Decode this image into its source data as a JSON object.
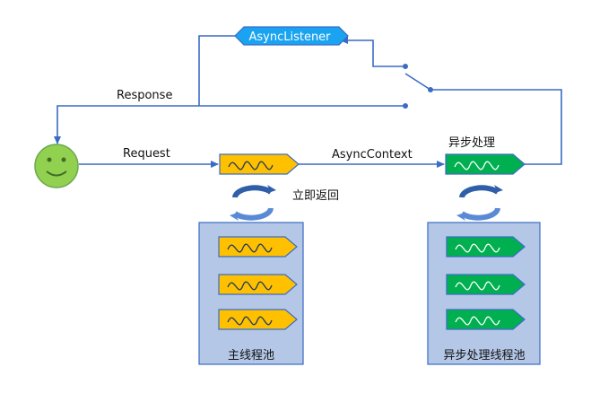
{
  "labels": {
    "listener": "AsyncListener",
    "response": "Response",
    "request": "Request",
    "async_context": "AsyncContext",
    "async_processing": "异步处理",
    "return_immediately": "立即返回",
    "main_pool": "主线程池",
    "async_pool": "异步处理线程池"
  },
  "colors": {
    "line": "#3a6cc4",
    "listener_fill": "#1aa3f0",
    "main_thread": "#ffc000",
    "async_thread": "#00b050",
    "pool_bg": "#b4c7e7",
    "pool_border": "#3a6cc4",
    "face": "#92d050",
    "cycle": "#2e5fa8"
  },
  "icons": {
    "client": "smiley-face-icon",
    "thread": "wave-thread-icon",
    "cycle": "circular-arrows-icon",
    "switch": "switch-icon"
  }
}
